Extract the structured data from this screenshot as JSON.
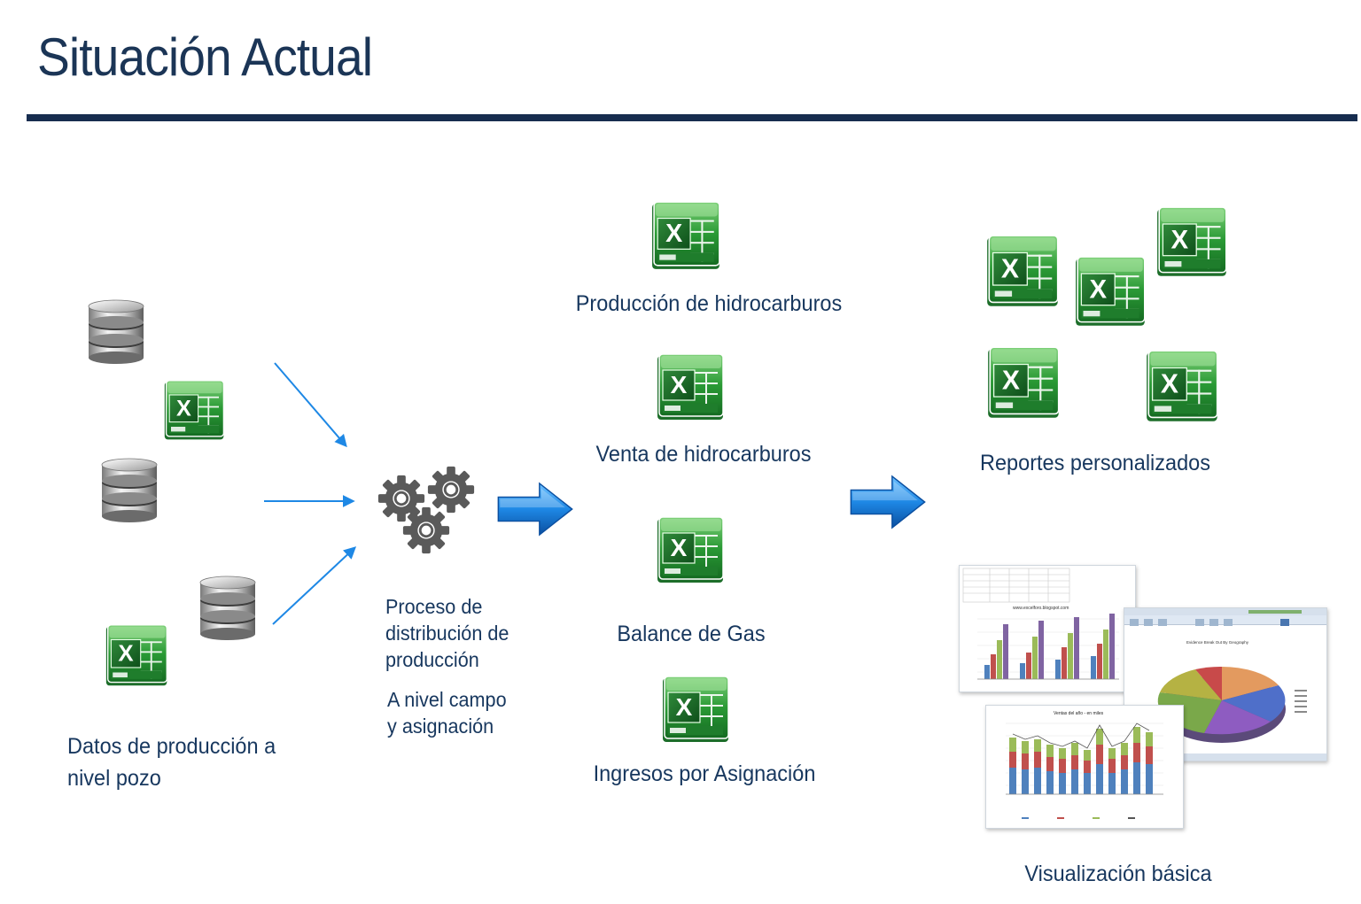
{
  "slide": {
    "title": "Situación Actual",
    "accent_color": "#172d4f",
    "text_color": "#17375e",
    "arrow_color": "#1e88e5"
  },
  "sources": {
    "label_line1": "Datos de producción a",
    "label_line2": "nivel pozo",
    "icons": [
      "database-icon",
      "excel-icon",
      "database-icon",
      "database-icon",
      "excel-icon"
    ]
  },
  "process": {
    "icon": "gears-icon",
    "label_line1": "Proceso de",
    "label_line2": "distribución de",
    "label_line3": "producción",
    "sub_line1": "A nivel campo",
    "sub_line2": "y asignación"
  },
  "outputs": [
    {
      "icon": "excel-icon",
      "label": "Producción de hidrocarburos"
    },
    {
      "icon": "excel-icon",
      "label": "Venta de hidrocarburos"
    },
    {
      "icon": "excel-icon",
      "label": "Balance de Gas"
    },
    {
      "icon": "excel-icon",
      "label": "Ingresos por Asignación"
    }
  ],
  "reports": {
    "label": "Reportes personalizados",
    "icons": [
      "excel-icon",
      "excel-icon",
      "excel-icon",
      "excel-icon",
      "excel-icon"
    ]
  },
  "visualization": {
    "label": "Visualización básica",
    "thumb1_caption": "www.excelforo.blogspot.com",
    "thumb2_caption": "Ventas del año - en miles",
    "thumb3_caption": "Evidence Break Out By Geography"
  }
}
